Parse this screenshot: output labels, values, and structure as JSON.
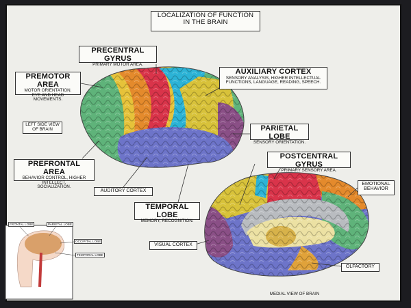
{
  "title": {
    "line1": "LOCALIZATION OF FUNCTION",
    "line2": "IN THE BRAIN"
  },
  "labels": {
    "precentral": {
      "heading": "PRECENTRAL GYRUS",
      "sub": "PRIMARY MOTOR AREA."
    },
    "premotor": {
      "heading": "PREMOTOR AREA",
      "sub1": "MOTOR ORIENTATION.",
      "sub2": "EYE AND HEAD MOVEMENTS."
    },
    "auxiliary": {
      "heading": "AUXILIARY CORTEX",
      "sub1": "SENSORY ANALYSIS, HIGHER INTELLECTUAL",
      "sub2": "FUNCTIONS, LANGUAGE, READING, SPEECH."
    },
    "left_view": {
      "line1": "LEFT SIDE VIEW",
      "line2": "OF BRAIN"
    },
    "parietal": {
      "heading": "PARIETAL LOBE",
      "sub": "SENSORY ORIENTATION."
    },
    "prefrontal": {
      "heading": "PREFRONTAL AREA",
      "sub1": "BEHAVIOR CONTROL, HIGHER INTELLECT.",
      "sub2": "SOCIALIZATION."
    },
    "postcentral": {
      "heading": "POSTCENTRAL GYRUS",
      "sub": "PRIMARY SENSORY AREA."
    },
    "auditory": {
      "text": "AUDITORY CORTEX"
    },
    "emotional": {
      "line1": "EMOTIONAL",
      "line2": "BEHAVIOR"
    },
    "temporal": {
      "heading": "TEMPORAL LOBE",
      "sub": "MEMORY, RECOGNITION."
    },
    "visual": {
      "text": "VISUAL CORTEX"
    },
    "olfactory": {
      "text": "OLFACTORY"
    },
    "medial_view": {
      "text": "MEDIAL VIEW OF BRAIN"
    }
  },
  "inset": {
    "frontal": "FRONTAL LOBE",
    "parietal": "PARIETAL LOBE",
    "occipital": "OCCIPITAL LOBE",
    "temporal": "TEMPORAL LOBE"
  },
  "colors": {
    "frontal_green": "#5fb37a",
    "prefrontal_yellow": "#e6c23a",
    "premotor_orange": "#e48a2c",
    "precentral_red": "#d9344a",
    "postcentral_cyan": "#2cb3d6",
    "parietal_yellow": "#d8c23a",
    "occipital_purple": "#8a4f86",
    "temporal_blue": "#6d74c9",
    "limbic_gray": "#b9bcc0",
    "olfactory_orange": "#e0a23a"
  }
}
